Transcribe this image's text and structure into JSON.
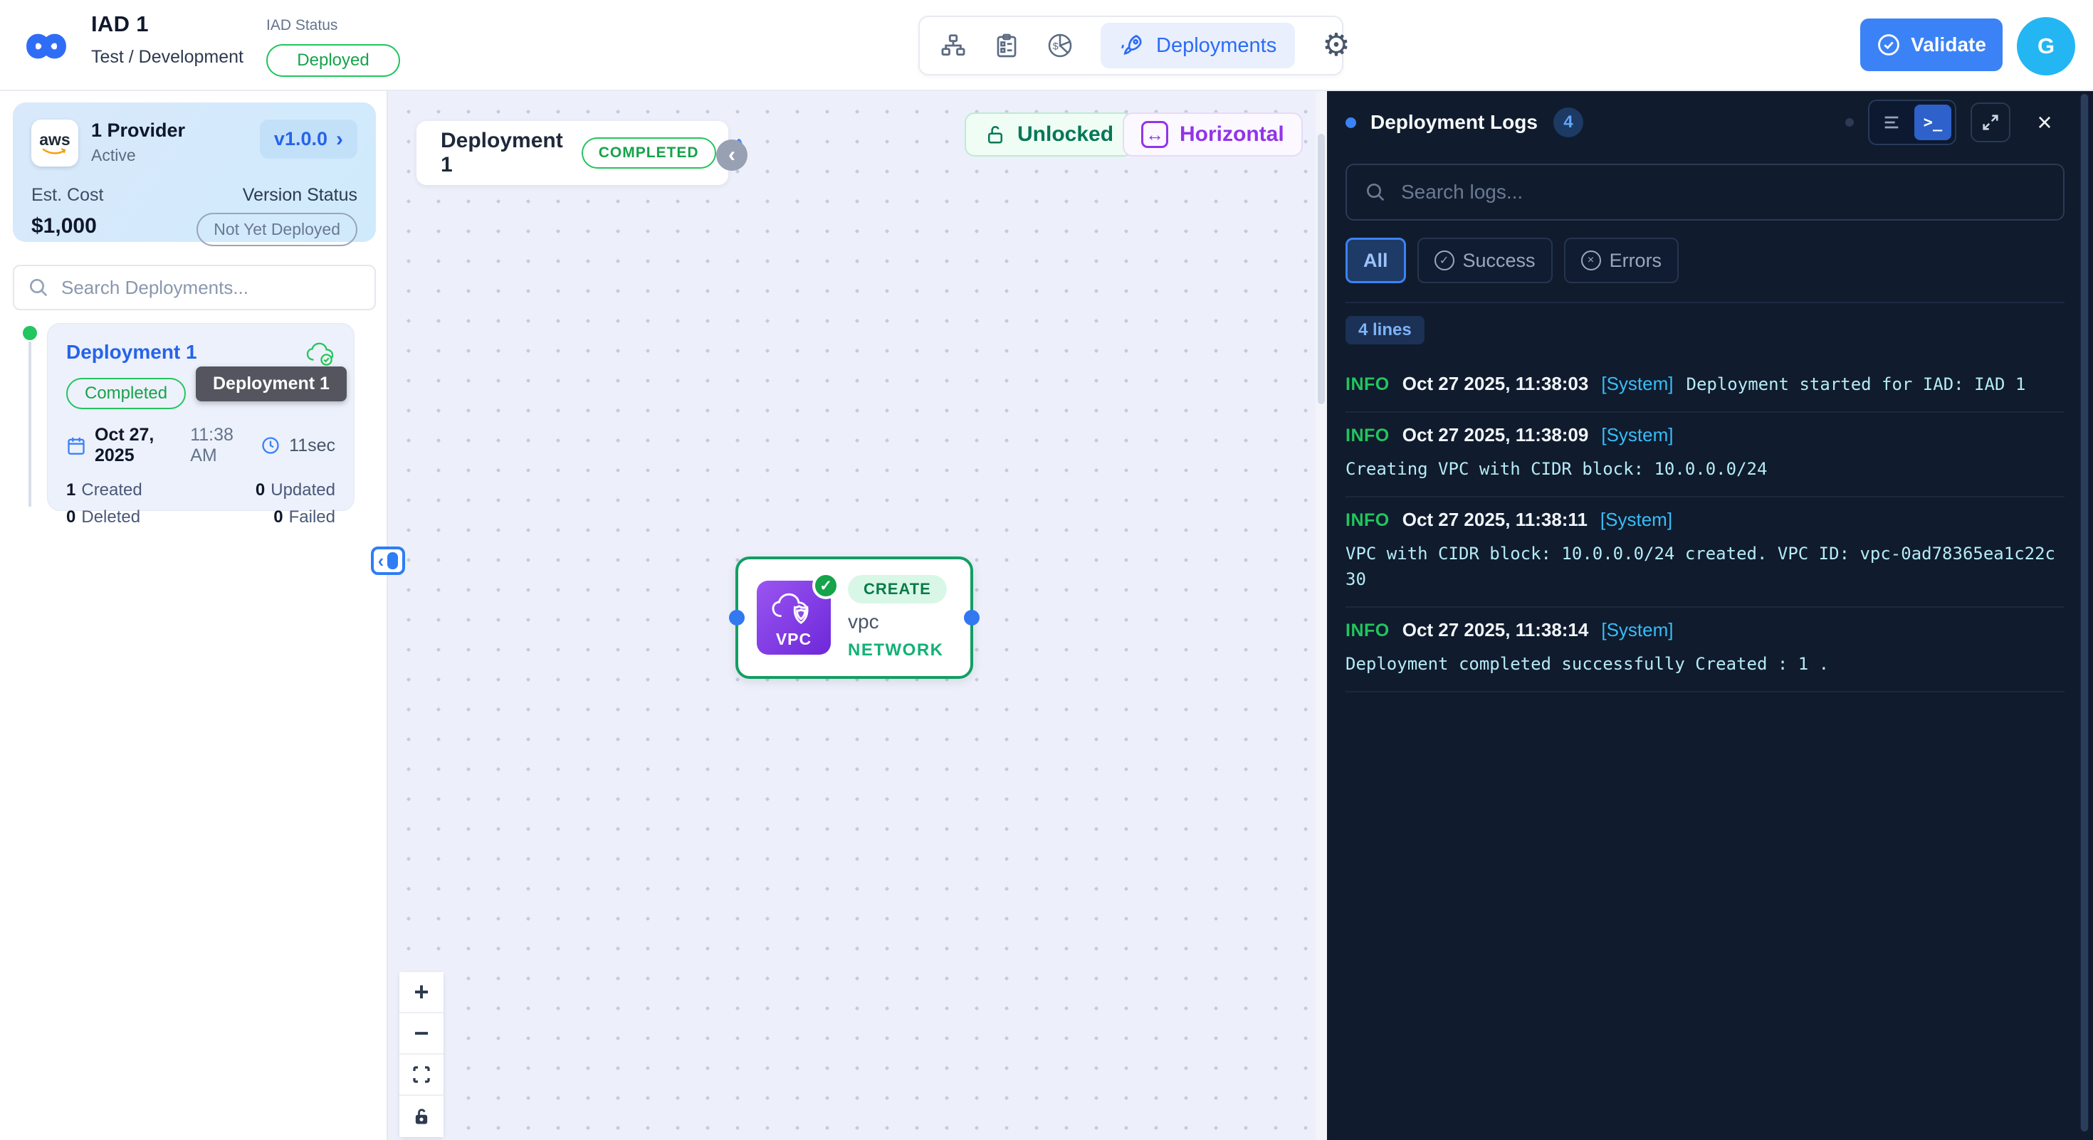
{
  "colors": {
    "accent_blue": "#3b82f6",
    "success_green": "#22c55e",
    "purple": "#9333ea",
    "panel_dark": "#101b2d",
    "log_message_cyan": "#b4ebf6",
    "log_source_cyan": "#38bdf8"
  },
  "icons": {
    "gear": "⚙",
    "chevron_right": "›",
    "chevron_left": "‹",
    "plus": "+",
    "minus": "−",
    "close": "×",
    "check": "✓",
    "x_small": "×",
    "arrow_leftright": "↔",
    "terminal": ">_",
    "info": "i"
  },
  "header": {
    "app_title": "IAD 1",
    "subtitle": "Test / Development",
    "status_label": "IAD Status",
    "status_value": "Deployed",
    "deployments_tab": "Deployments",
    "validate_label": "Validate",
    "avatar_initial": "G"
  },
  "sidebar": {
    "provider": {
      "icon_label": "aws",
      "title": "1 Provider",
      "status": "Active",
      "version": "v1.0.0",
      "est_cost_label": "Est. Cost",
      "est_cost_value": "$1,000",
      "version_status_label": "Version Status",
      "version_status_value": "Not Yet Deployed"
    },
    "search_placeholder": "Search Deployments...",
    "deployment_card": {
      "title": "Deployment 1",
      "status": "Completed",
      "tooltip": "Deployment 1",
      "date": "Oct 27, 2025",
      "time": "11:38 AM",
      "duration": "11sec",
      "stats": [
        {
          "value": "1",
          "label": "Created"
        },
        {
          "value": "0",
          "label": "Updated"
        },
        {
          "value": "0",
          "label": "Deleted"
        },
        {
          "value": "0",
          "label": "Failed"
        }
      ]
    }
  },
  "canvas": {
    "header": {
      "title": "Deployment 1",
      "status": "COMPLETED"
    },
    "lock_badge": "Unlocked",
    "orientation_badge": "Horizontal",
    "node": {
      "icon_label": "VPC",
      "action": "CREATE",
      "name": "vpc",
      "category": "NETWORK"
    }
  },
  "logs_panel": {
    "title": "Deployment Logs",
    "count": "4",
    "search_placeholder": "Search logs...",
    "filters": {
      "all": "All",
      "success": "Success",
      "errors": "Errors"
    },
    "lines_badge": "4 lines",
    "entries": [
      {
        "level": "INFO",
        "timestamp": "Oct 27 2025, 11:38:03",
        "source": "[System]",
        "message": "Deployment started for IAD: IAD 1"
      },
      {
        "level": "INFO",
        "timestamp": "Oct 27 2025, 11:38:09",
        "source": "[System]",
        "message": "Creating VPC with CIDR block: 10.0.0.0/24"
      },
      {
        "level": "INFO",
        "timestamp": "Oct 27 2025, 11:38:11",
        "source": "[System]",
        "message": "VPC with CIDR block: 10.0.0.0/24 created. VPC ID: vpc-0ad78365ea1c22c30"
      },
      {
        "level": "INFO",
        "timestamp": "Oct 27 2025, 11:38:14",
        "source": "[System]",
        "message": "Deployment completed successfully Created : 1 ."
      }
    ]
  }
}
